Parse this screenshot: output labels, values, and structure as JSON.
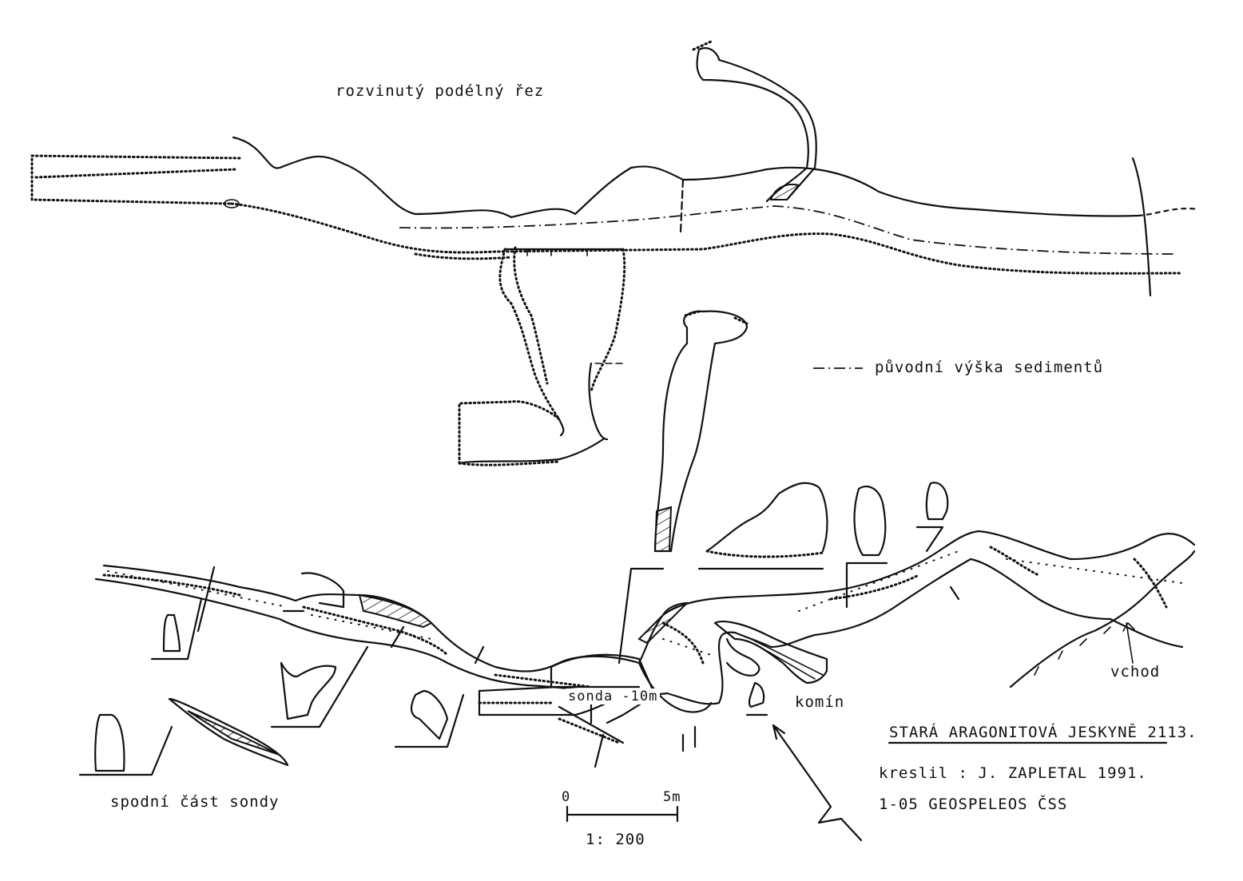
{
  "labels": {
    "profile_title": "rozvinutý podélný řez",
    "legend_text": "původní výška sedimentů",
    "sonda": "sonda -10m",
    "komin": "komín",
    "vchod": "vchod",
    "lower_probe": "spodní část sondy",
    "map_title": "STARÁ ARAGONITOVÁ JESKYNĚ 2113.",
    "author": "kreslil : J. ZAPLETAL 1991.",
    "org": "1-05 GEOSPELEOS ČSS"
  },
  "scale_bar": {
    "start": "0",
    "end": "5m",
    "ratio": "1: 200"
  },
  "colors": {
    "ink": "#111111",
    "paper": "#ffffff"
  },
  "icons": {
    "north_arrow": "north-arrow-icon",
    "scale_bar": "scale-bar"
  }
}
